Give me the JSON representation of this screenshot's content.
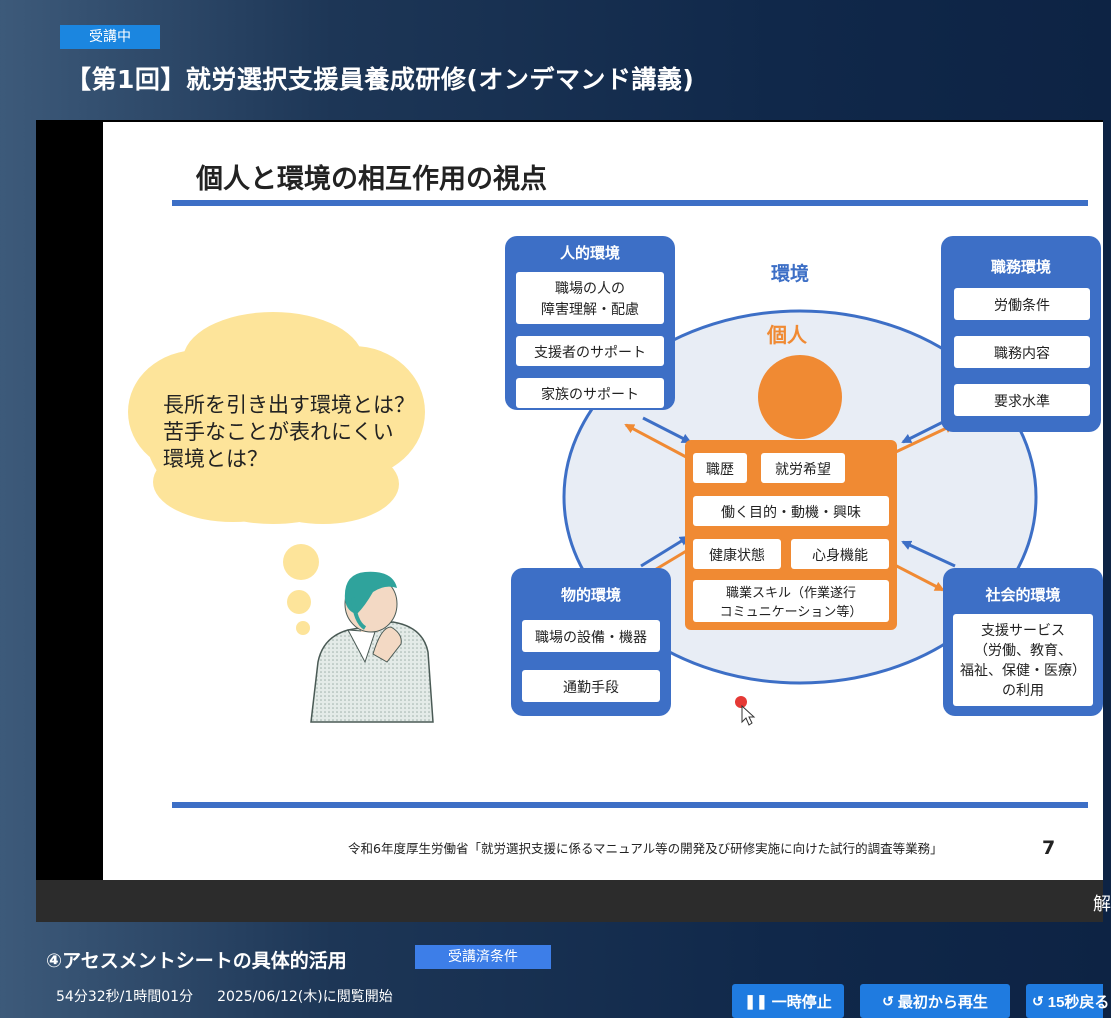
{
  "header": {
    "status_badge": "受講中",
    "title": "【第1回】就労選択支援員養成研修(オンデマンド講義)"
  },
  "slide": {
    "heading": "個人と環境の相互作用の視点",
    "thought_bubble": [
      "長所を引き出す環境とは？",
      "苦手なことが表れにくい",
      "環境とは？"
    ],
    "environment_label": "環境",
    "individual_label": "個人",
    "human_env": {
      "title": "人的環境",
      "items": [
        [
          "職場の人の",
          "障害理解・配慮"
        ],
        [
          "支援者のサポート"
        ],
        [
          "家族のサポート"
        ]
      ]
    },
    "job_env": {
      "title": "職務環境",
      "items": [
        "労働条件",
        "職務内容",
        "要求水準"
      ]
    },
    "physical_env": {
      "title": "物的環境",
      "items": [
        "職場の設備・機器",
        "通勤手段"
      ]
    },
    "social_env": {
      "title": "社会的環境",
      "items": [
        "支援サービス",
        "（労働、教育、",
        "福祉、保健・医療）",
        "の利用"
      ]
    },
    "person_items": {
      "career": "職歴",
      "hope": "就労希望",
      "purpose": "働く目的・動機・興味",
      "health": "健康状態",
      "mind": "心身機能",
      "skill": [
        "職業スキル（作業遂行",
        "コミュニケーション等）"
      ]
    },
    "footer_text": "令和6年度厚生労働省「就労選択支援に係るマニュアル等の開発及び研修実施に向けた試行的調査等業務」",
    "page_number": "7"
  },
  "player": {
    "cc_label": "解"
  },
  "lecture": {
    "title": "④アセスメントシートの具体的活用",
    "condition_badge": "受講済条件",
    "progress": "54分32秒/1時間01分",
    "viewed": "2025/06/12(木)に閲覧開始"
  },
  "controls": {
    "pause": "一時停止",
    "restart": "最初から再生",
    "rewind": "15秒戻る"
  },
  "colors": {
    "brand_blue": "#3d6fc6",
    "orange": "#f08a33",
    "bubble": "#fde49a",
    "button": "#1f7be0"
  }
}
